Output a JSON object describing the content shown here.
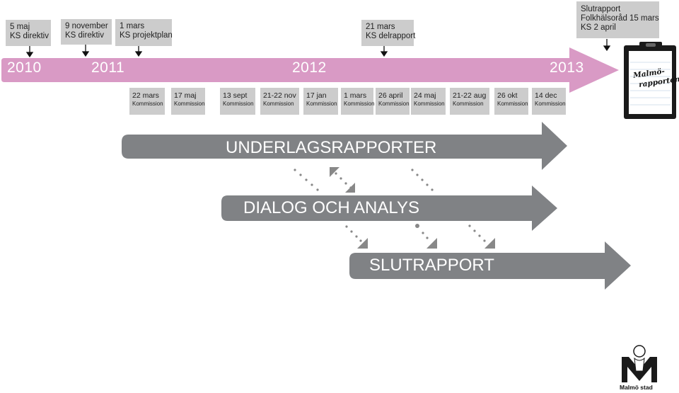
{
  "timeline": {
    "years": [
      "2010",
      "2011",
      "2012",
      "2013"
    ]
  },
  "milestones_above": [
    {
      "line1": "5 maj",
      "line2": "KS direktiv"
    },
    {
      "line1": "9 november",
      "line2": "KS direktiv"
    },
    {
      "line1": "1 mars",
      "line2": "KS projektplan"
    },
    {
      "line1": "21 mars",
      "line2": "KS delrapport"
    },
    {
      "line1": "Slutrapport",
      "line2": "Folkhälsoråd 15 mars",
      "line3": "KS  2 april"
    }
  ],
  "commission_meetings": [
    {
      "date": "22 mars",
      "label": "Kommission"
    },
    {
      "date": "17 maj",
      "label": "Kommission"
    },
    {
      "date": "13 sept",
      "label": "Kommission"
    },
    {
      "date": "21-22 nov",
      "label": "Kommission"
    },
    {
      "date": "17 jan",
      "label": "Kommission"
    },
    {
      "date": "1 mars",
      "label": "Kommission"
    },
    {
      "date": "26 april",
      "label": "Kommission"
    },
    {
      "date": "24 maj",
      "label": "Kommission"
    },
    {
      "date": "21-22 aug",
      "label": "Kommission"
    },
    {
      "date": "26 okt",
      "label": "Kommission"
    },
    {
      "date": "14 dec",
      "label": "Kommission"
    }
  ],
  "phases": [
    {
      "label": "UNDERLAGSRAPPORTER"
    },
    {
      "label": "DIALOG OCH ANALYS"
    },
    {
      "label": "SLUTRAPPORT"
    }
  ],
  "final_document": {
    "text_line1": "Malmö-",
    "text_line2": "rapporten"
  },
  "logo": {
    "text": "Malmö stad"
  },
  "colors": {
    "timeline_pink": "#d99ac5",
    "phase_gray": "#808285",
    "box_gray": "#cccccc"
  }
}
